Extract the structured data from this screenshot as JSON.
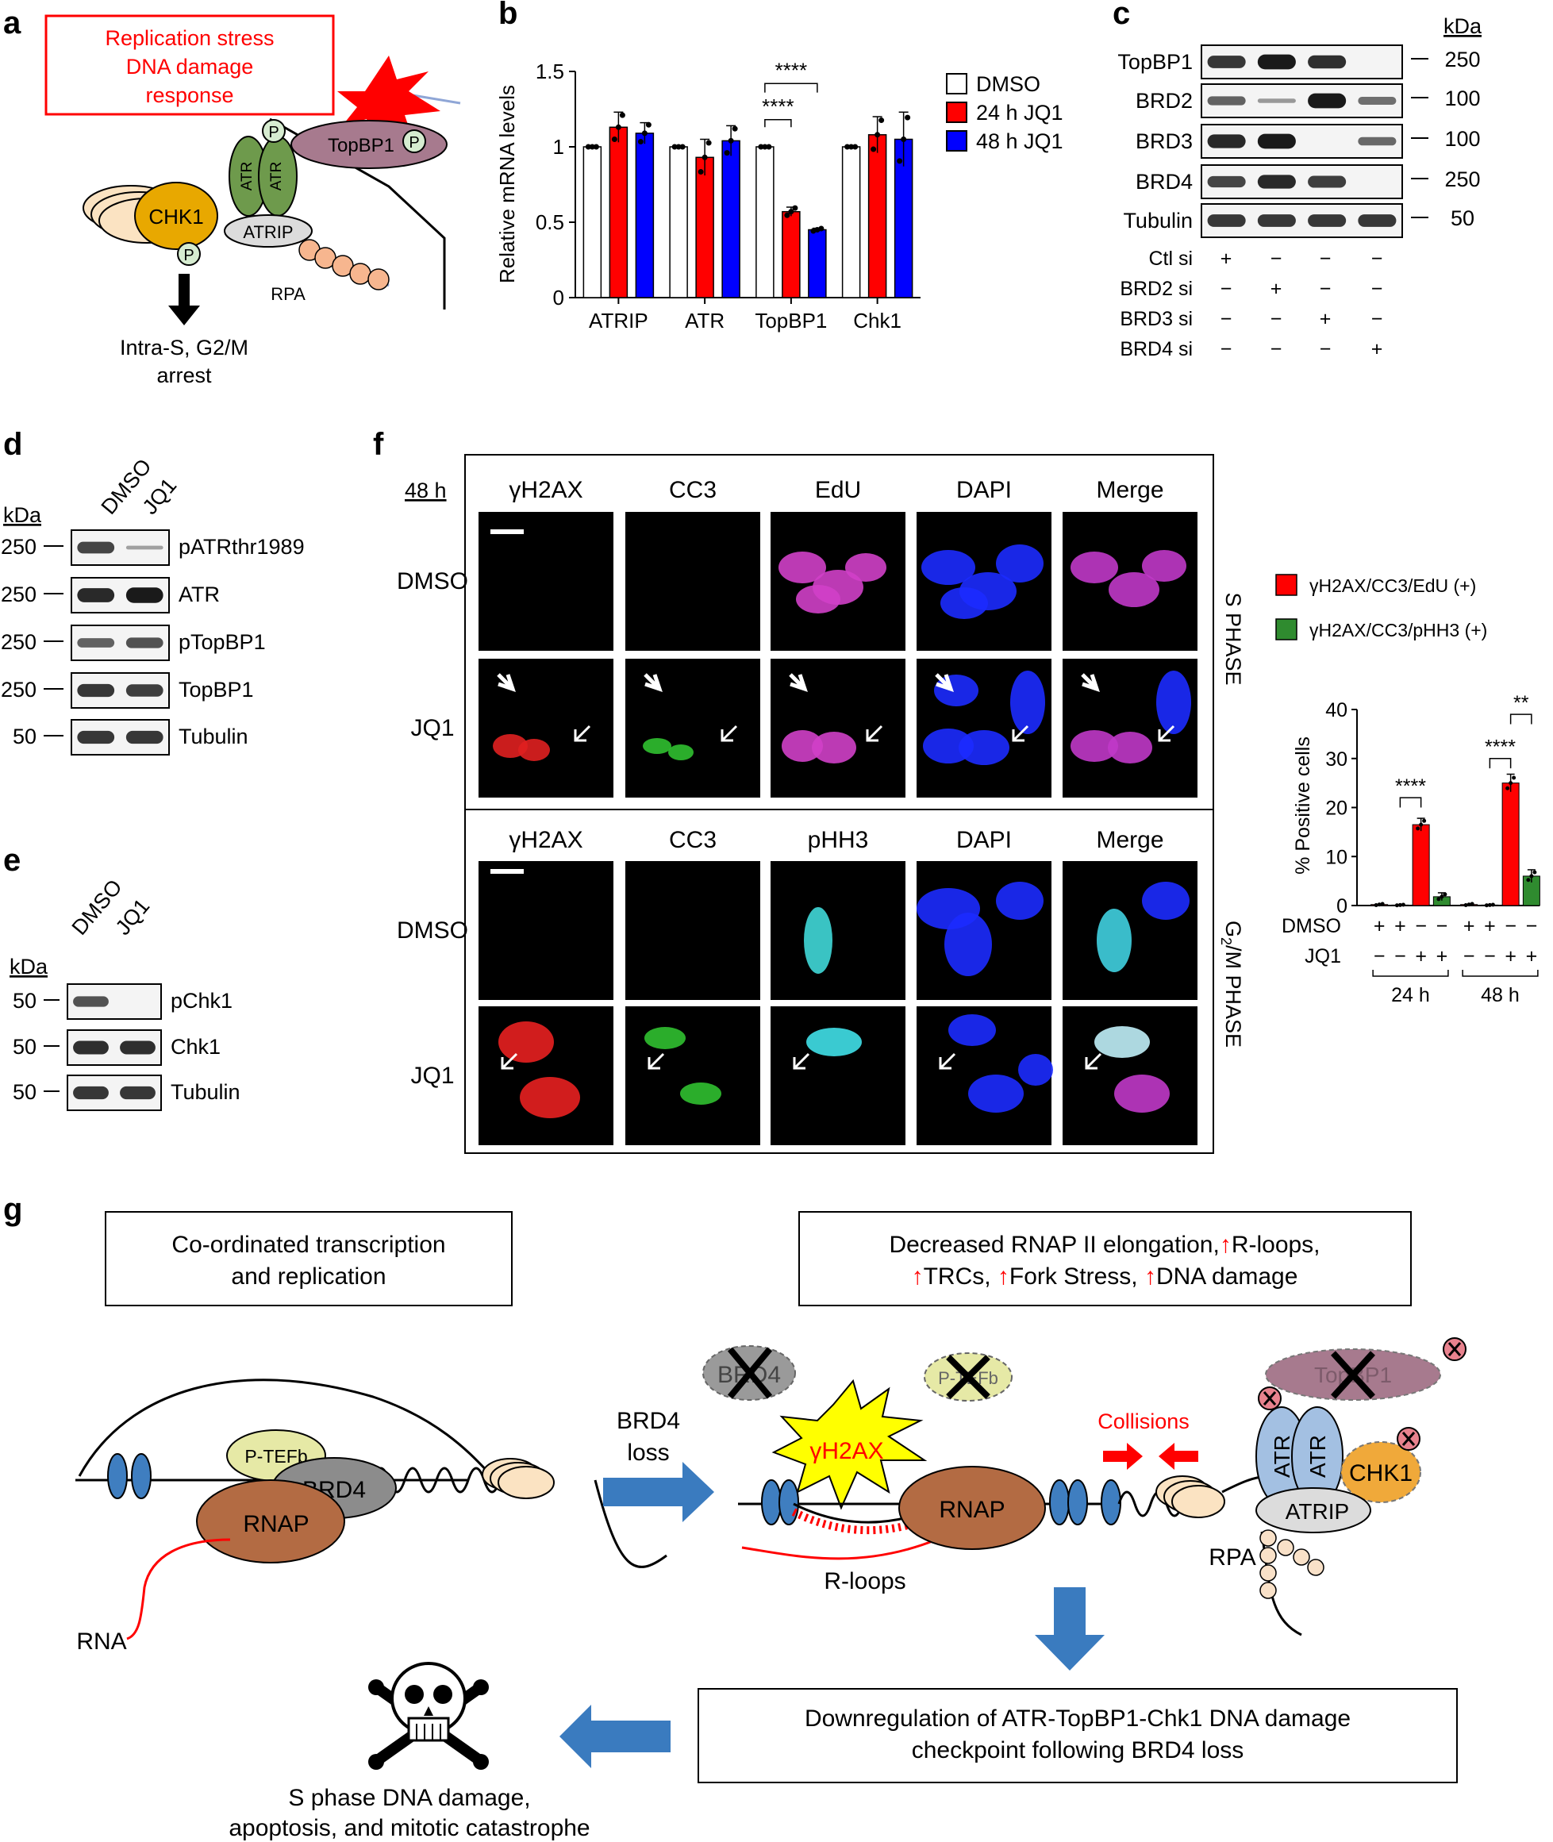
{
  "panels": {
    "a": {
      "label": "a",
      "box_line1": "Replication stress",
      "box_line2": "DNA damage",
      "box_line3": "response",
      "chk1": "CHK1",
      "atr": "ATR",
      "atrip": "ATRIP",
      "topbp1": "TopBP1",
      "rpa": "RPA",
      "p": "P",
      "outcome_line1": "Intra-S, G2/M",
      "outcome_line2": "arrest"
    },
    "b": {
      "label": "b",
      "sig_label": "****",
      "legend": [
        "DMSO",
        "24 h JQ1",
        "48 h JQ1"
      ]
    },
    "c": {
      "label": "c",
      "kda_label": "kDa",
      "rows": [
        {
          "name": "TopBP1",
          "kda": "250"
        },
        {
          "name": "BRD2",
          "kda": "100"
        },
        {
          "name": "BRD3",
          "kda": "100"
        },
        {
          "name": "BRD4",
          "kda": "250"
        },
        {
          "name": "Tubulin",
          "kda": "50"
        }
      ],
      "conditions": [
        {
          "name": "Ctl si",
          "marks": [
            "+",
            "−",
            "−",
            "−"
          ]
        },
        {
          "name": "BRD2 si",
          "marks": [
            "−",
            "+",
            "−",
            "−"
          ]
        },
        {
          "name": "BRD3 si",
          "marks": [
            "−",
            "−",
            "+",
            "−"
          ]
        },
        {
          "name": "BRD4 si",
          "marks": [
            "−",
            "−",
            "−",
            "+"
          ]
        }
      ]
    },
    "d": {
      "label": "d",
      "kda_label": "kDa",
      "lanes": [
        "DMSO",
        "JQ1"
      ],
      "rows": [
        {
          "name": "pATRthr1989",
          "kda": "250"
        },
        {
          "name": "ATR",
          "kda": "250"
        },
        {
          "name": "pTopBP1",
          "kda": "250"
        },
        {
          "name": "TopBP1",
          "kda": "250"
        },
        {
          "name": "Tubulin",
          "kda": "50"
        }
      ]
    },
    "e": {
      "label": "e",
      "kda_label": "kDa",
      "lanes": [
        "DMSO",
        "JQ1"
      ],
      "rows": [
        {
          "name": "pChk1",
          "kda": "50"
        },
        {
          "name": "Chk1",
          "kda": "50"
        },
        {
          "name": "Tubulin",
          "kda": "50"
        }
      ]
    },
    "f": {
      "label": "f",
      "time": "48 h",
      "s_columns": [
        "γH2AX",
        "CC3",
        "EdU",
        "DAPI",
        "Merge"
      ],
      "g2m_columns": [
        "γH2AX",
        "CC3",
        "pHH3",
        "DAPI",
        "Merge"
      ],
      "row_labels": [
        "DMSO",
        "JQ1"
      ],
      "s_phase": "S PHASE",
      "g2m_phase_pre": "G",
      "g2m_phase_sub": "2",
      "g2m_phase_post": "/M PHASE",
      "legend": [
        "γH2AX/CC3/EdU (+)",
        "γH2AX/CC3/pHH3 (+)"
      ],
      "sig_4": "****",
      "sig_2": "**",
      "dmso_label": "DMSO",
      "jq1_label": "JQ1",
      "dmso_marks": "+ + − −",
      "jq1_marks": "− − + +",
      "times": [
        "24 h",
        "48 h"
      ]
    },
    "g": {
      "label": "g",
      "box1_line1": "Co-ordinated transcription",
      "box1_line2": "and replication",
      "box2_line1": "Decreased RNAP II elongation,",
      "box2_rloops": "R-loops,",
      "box2_trcs": "TRCs,",
      "box2_fork": "Fork Stress,",
      "box2_dna": "DNA damage",
      "up_arrow": "↑",
      "box3_line1": "Downregulation of ATR-TopBP1-Chk1 DNA damage",
      "box3_line2": "checkpoint following BRD4 loss",
      "brd4_loss_1": "BRD4",
      "brd4_loss_2": "loss",
      "ptefb": "P-TEFb",
      "brd4": "BRD4",
      "rnap": "RNAP",
      "rna": "RNA",
      "gh2ax": "γH2AX",
      "collisions": "Collisions",
      "rloops": "R-loops",
      "atr": "ATR",
      "atrip": "ATRIP",
      "chk1": "CHK1",
      "topbp1": "TopBP1",
      "rpa": "RPA",
      "outcome_line1": "S phase DNA damage,",
      "outcome_line2": "apoptosis, and mitotic catastrophe"
    }
  },
  "chart_data": [
    {
      "type": "bar",
      "ylabel": "Relative mRNA levels",
      "categories": [
        "ATRIP",
        "ATR",
        "TopBP1",
        "Chk1"
      ],
      "series": [
        {
          "name": "DMSO",
          "values": [
            1.0,
            1.0,
            1.0,
            1.0
          ],
          "errors": [
            0.0,
            0.0,
            0.0,
            0.0
          ]
        },
        {
          "name": "24 h JQ1",
          "values": [
            1.13,
            0.93,
            0.57,
            1.08
          ],
          "errors": [
            0.1,
            0.12,
            0.03,
            0.12
          ]
        },
        {
          "name": "48 h JQ1",
          "values": [
            1.09,
            1.04,
            0.45,
            1.05
          ],
          "errors": [
            0.07,
            0.1,
            0.01,
            0.18
          ]
        }
      ],
      "ylim": [
        0,
        1.5
      ],
      "yticks": [
        0,
        0.5,
        1,
        1.5
      ],
      "colors": {
        "DMSO": "#ffffff",
        "24 h JQ1": "#ff0000",
        "48 h JQ1": "#0000ff"
      }
    },
    {
      "type": "bar",
      "ylabel": "% Positive cells",
      "categories": [
        "24 h",
        "48 h"
      ],
      "series": [
        {
          "name": "γH2AX/CC3/EdU (+)",
          "values": [
            0.2,
            0.3,
            16.5,
            0.2,
            0.3,
            25.0
          ],
          "errors": [
            0.2,
            0.2,
            1.3,
            0.2,
            0.2,
            1.8
          ]
        },
        {
          "name": "γH2AX/CC3/pHH3 (+)",
          "values": [
            0.1,
            0.1,
            1.8,
            0.1,
            0.1,
            6.0
          ],
          "errors": [
            0.1,
            0.1,
            0.8,
            0.1,
            0.1,
            1.3
          ]
        }
      ],
      "ylim": [
        0,
        40
      ],
      "yticks": [
        0,
        10,
        20,
        30,
        40
      ],
      "colors": {
        "γH2AX/CC3/EdU (+)": "#ff0000",
        "γH2AX/CC3/pHH3 (+)": "#2f8b2f"
      }
    }
  ]
}
